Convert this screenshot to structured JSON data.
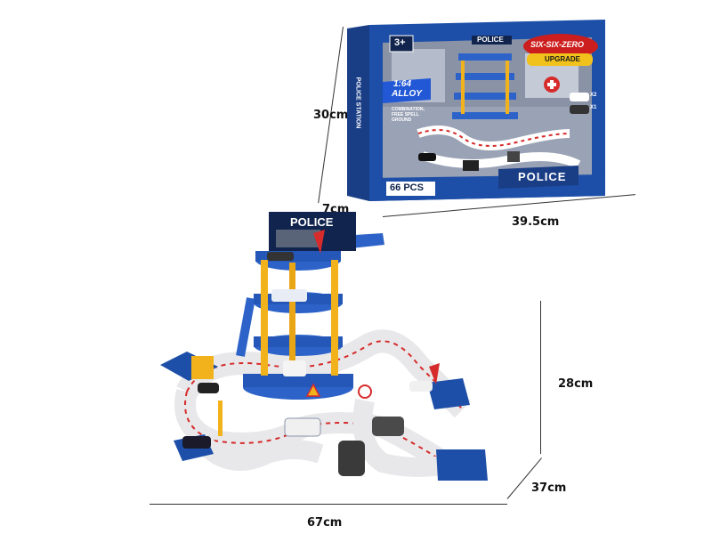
{
  "dimensions": {
    "box_height": "30cm",
    "box_depth": "7cm",
    "box_width": "39.5cm",
    "toy_height": "28cm",
    "toy_depth": "37cm",
    "toy_width": "67cm"
  },
  "box": {
    "brand": "SIX-SIX-ZERO",
    "upgrade": "UPGRADE",
    "age": "3+",
    "scale": "1:64",
    "alloy": "ALLOY",
    "features": [
      "COMBINATION,",
      "FREE SPELL",
      "GROUND"
    ],
    "piece_count": "66",
    "pcs": "PCS",
    "title": "POLICE",
    "side_title": "POLICE STATION",
    "tower_sign": "POLICE",
    "x2": "X2",
    "x1": "X1"
  },
  "toy": {
    "tower_sign": "POLICE"
  },
  "colors": {
    "box_blue": "#1d4fa8",
    "tower_blue": "#2d63c8",
    "pillar_yellow": "#f2b21c",
    "track_red": "#d62b2b"
  }
}
